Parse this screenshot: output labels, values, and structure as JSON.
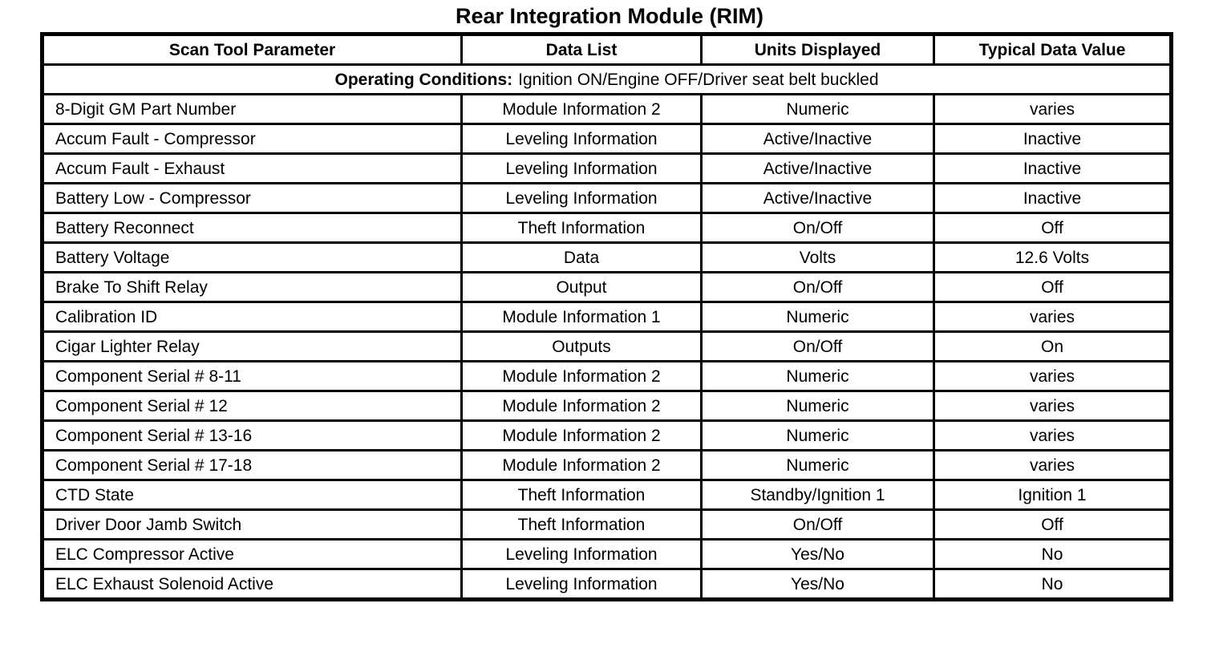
{
  "page_title": "Rear Integration Module (RIM)",
  "table": {
    "columns": [
      "Scan Tool Parameter",
      "Data List",
      "Units Displayed",
      "Typical Data Value"
    ],
    "operating_conditions": {
      "label": "Operating Conditions:",
      "text": "Ignition ON/Engine OFF/Driver seat belt buckled"
    },
    "rows": [
      {
        "parameter": "8-Digit GM Part Number",
        "data_list": "Module Information 2",
        "units": "Numeric",
        "typical": "varies"
      },
      {
        "parameter": "Accum Fault - Compressor",
        "data_list": "Leveling Information",
        "units": "Active/Inactive",
        "typical": "Inactive"
      },
      {
        "parameter": "Accum Fault - Exhaust",
        "data_list": "Leveling Information",
        "units": "Active/Inactive",
        "typical": "Inactive"
      },
      {
        "parameter": "Battery Low - Compressor",
        "data_list": "Leveling Information",
        "units": "Active/Inactive",
        "typical": "Inactive"
      },
      {
        "parameter": "Battery Reconnect",
        "data_list": "Theft Information",
        "units": "On/Off",
        "typical": "Off"
      },
      {
        "parameter": "Battery Voltage",
        "data_list": "Data",
        "units": "Volts",
        "typical": "12.6 Volts"
      },
      {
        "parameter": "Brake To Shift Relay",
        "data_list": "Output",
        "units": "On/Off",
        "typical": "Off"
      },
      {
        "parameter": "Calibration ID",
        "data_list": "Module Information 1",
        "units": "Numeric",
        "typical": "varies"
      },
      {
        "parameter": "Cigar Lighter Relay",
        "data_list": "Outputs",
        "units": "On/Off",
        "typical": "On"
      },
      {
        "parameter": "Component Serial # 8-11",
        "data_list": "Module Information 2",
        "units": "Numeric",
        "typical": "varies"
      },
      {
        "parameter": "Component Serial # 12",
        "data_list": "Module Information 2",
        "units": "Numeric",
        "typical": "varies"
      },
      {
        "parameter": "Component Serial # 13-16",
        "data_list": "Module Information 2",
        "units": "Numeric",
        "typical": "varies"
      },
      {
        "parameter": "Component Serial # 17-18",
        "data_list": "Module Information 2",
        "units": "Numeric",
        "typical": "varies"
      },
      {
        "parameter": "CTD State",
        "data_list": "Theft Information",
        "units": "Standby/Ignition 1",
        "typical": "Ignition 1"
      },
      {
        "parameter": "Driver Door Jamb Switch",
        "data_list": "Theft Information",
        "units": "On/Off",
        "typical": "Off"
      },
      {
        "parameter": "ELC Compressor Active",
        "data_list": "Leveling Information",
        "units": "Yes/No",
        "typical": "No"
      },
      {
        "parameter": "ELC Exhaust Solenoid Active",
        "data_list": "Leveling Information",
        "units": "Yes/No",
        "typical": "No"
      }
    ]
  }
}
